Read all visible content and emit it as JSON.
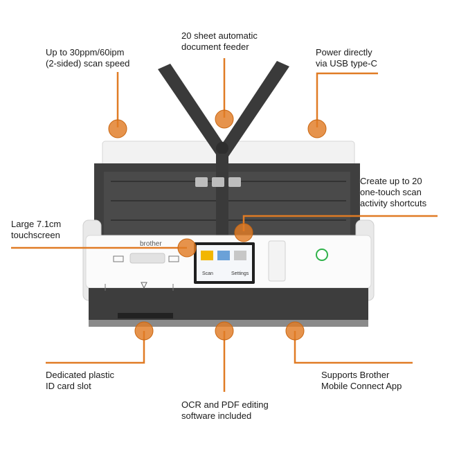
{
  "accent_color": "#e07b24",
  "callouts": {
    "speed": "Up to 30ppm/60ipm\n(2-sided) scan speed",
    "feeder": "20 sheet automatic\ndocument feeder",
    "usb": "Power directly\nvia USB type-C",
    "shortcuts": "Create up to 20\none-touch scan\nactivity shortcuts",
    "touchscreen": "Large 7.1cm\ntouchscreen",
    "id_slot": "Dedicated plastic\nID card slot",
    "mobile": "Supports Brother\nMobile Connect App",
    "ocr": "OCR and PDF editing\nsoftware included"
  },
  "device": {
    "brand": "brother",
    "lcd_left": "Scan",
    "lcd_right": "Settings"
  }
}
